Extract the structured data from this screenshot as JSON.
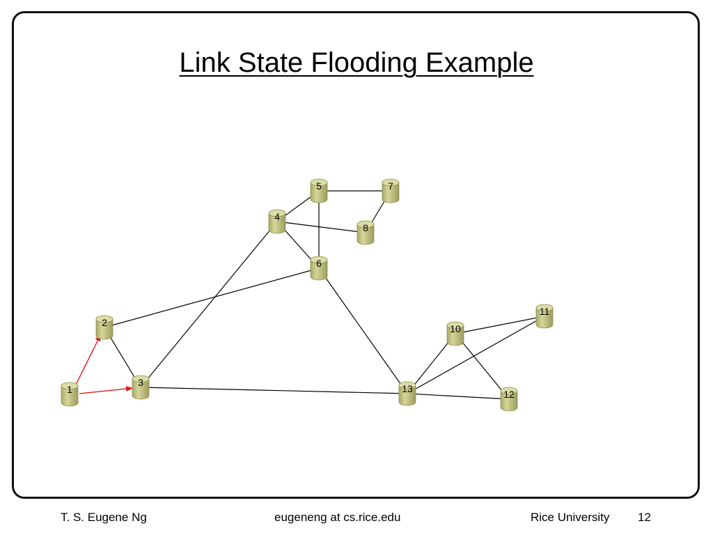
{
  "slide": {
    "title": "Link State Flooding Example"
  },
  "diagram": {
    "nodes": [
      {
        "id": "1",
        "label": "1"
      },
      {
        "id": "2",
        "label": "2"
      },
      {
        "id": "3",
        "label": "3"
      },
      {
        "id": "4",
        "label": "4"
      },
      {
        "id": "5",
        "label": "5"
      },
      {
        "id": "6",
        "label": "6"
      },
      {
        "id": "7",
        "label": "7"
      },
      {
        "id": "8",
        "label": "8"
      },
      {
        "id": "10",
        "label": "10"
      },
      {
        "id": "11",
        "label": "11"
      },
      {
        "id": "12",
        "label": "12"
      },
      {
        "id": "13",
        "label": "13"
      }
    ],
    "links": [
      [
        "5",
        "7"
      ],
      [
        "4",
        "5"
      ],
      [
        "5",
        "6"
      ],
      [
        "7",
        "8"
      ],
      [
        "4",
        "8"
      ],
      [
        "4",
        "6"
      ],
      [
        "2",
        "6"
      ],
      [
        "3",
        "4"
      ],
      [
        "2",
        "3"
      ],
      [
        "6",
        "13"
      ],
      [
        "3",
        "13"
      ],
      [
        "10",
        "13"
      ],
      [
        "10",
        "11"
      ],
      [
        "11",
        "13"
      ],
      [
        "10",
        "12"
      ],
      [
        "12",
        "13"
      ]
    ],
    "flood_arrows": [
      [
        "1",
        "2"
      ],
      [
        "1",
        "3"
      ]
    ],
    "colors": {
      "node_fill": "#c8c888",
      "node_top": "#dcdca6",
      "node_stroke": "#8e8e52",
      "link": "#000000",
      "arrow": "#e01818"
    }
  },
  "footer": {
    "author": "T. S. Eugene Ng",
    "email": "eugeneng at cs.rice.edu",
    "institution": "Rice University",
    "page_number": "12"
  }
}
